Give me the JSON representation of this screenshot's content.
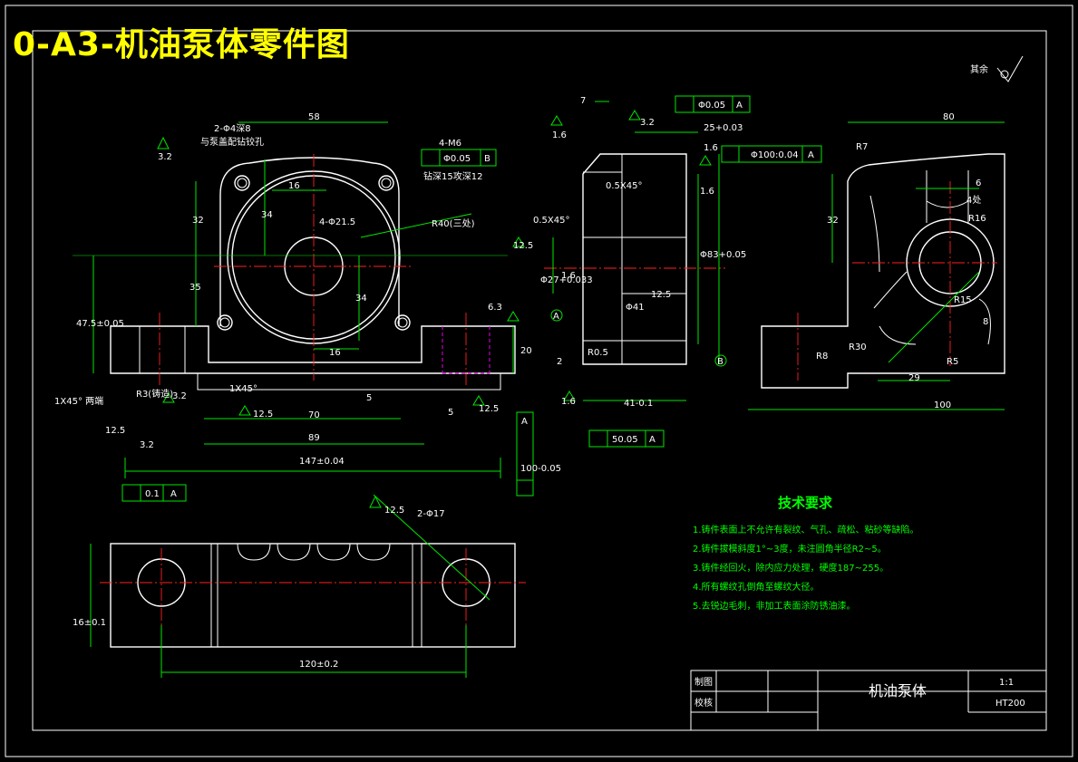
{
  "title": "0-A3-机油泵体零件图",
  "surface_mark": "其余",
  "dims_front": [
    "2-Φ4深8",
    "与泵盖配钻铰孔",
    "58",
    "16",
    "4-M6",
    "钻深15攻深12",
    "Φ0.05",
    "B",
    "R40(三处)",
    "32",
    "34",
    "4-Φ21.5",
    "35",
    "34",
    "47.5±0.05",
    "16",
    "6.3",
    "1X45° 两端",
    "R3(铸造)",
    "12.5",
    "3.2",
    "1X45°",
    "12.5",
    "5",
    "70",
    "89",
    "5",
    "12.5",
    "20",
    "147±0.04",
    "0.1",
    "A",
    "100-0.05",
    "A",
    "3.2",
    "3.2"
  ],
  "dims_side": [
    "7",
    "Φ0.05",
    "A",
    "3.2",
    "1.6",
    "25+0.03",
    "1.6",
    "Φ100:0.04",
    "A",
    "0.5X45°",
    "1.6",
    "0.5X45°",
    "12.5",
    "Φ27+0.033",
    "1.6",
    "Φ83+0.05",
    "Φ41",
    "12.5",
    "A",
    "B",
    "2",
    "R0.5",
    "1.6",
    "41-0.1",
    "50.05",
    "A"
  ],
  "dims_right": [
    "80",
    "R7",
    "6",
    "4处",
    "32",
    "R16",
    "R15",
    "R8",
    "R30",
    "R5",
    "8",
    "29",
    "100"
  ],
  "dims_bottom": [
    "12.5",
    "2-Φ17",
    "16±0.1",
    "120±0.2"
  ],
  "tech": {
    "heading": "技术要求",
    "items": [
      "1.铸件表面上不允许有裂纹、气孔、疏松、粘砂等缺陷。",
      "2.铸件拔模斜度1°~3度，未注圆角半径R2~5。",
      "3.铸件经回火，除内应力处理，硬度187~255。",
      "4.所有螺纹孔倒角至螺纹大径。",
      "5.去锐边毛刺，非加工表面涂防锈油漆。"
    ]
  },
  "titleblock": {
    "draw_label": "制图",
    "check_label": "校核",
    "part_name": "机油泵体",
    "scale": "1:1",
    "material": "HT200"
  }
}
